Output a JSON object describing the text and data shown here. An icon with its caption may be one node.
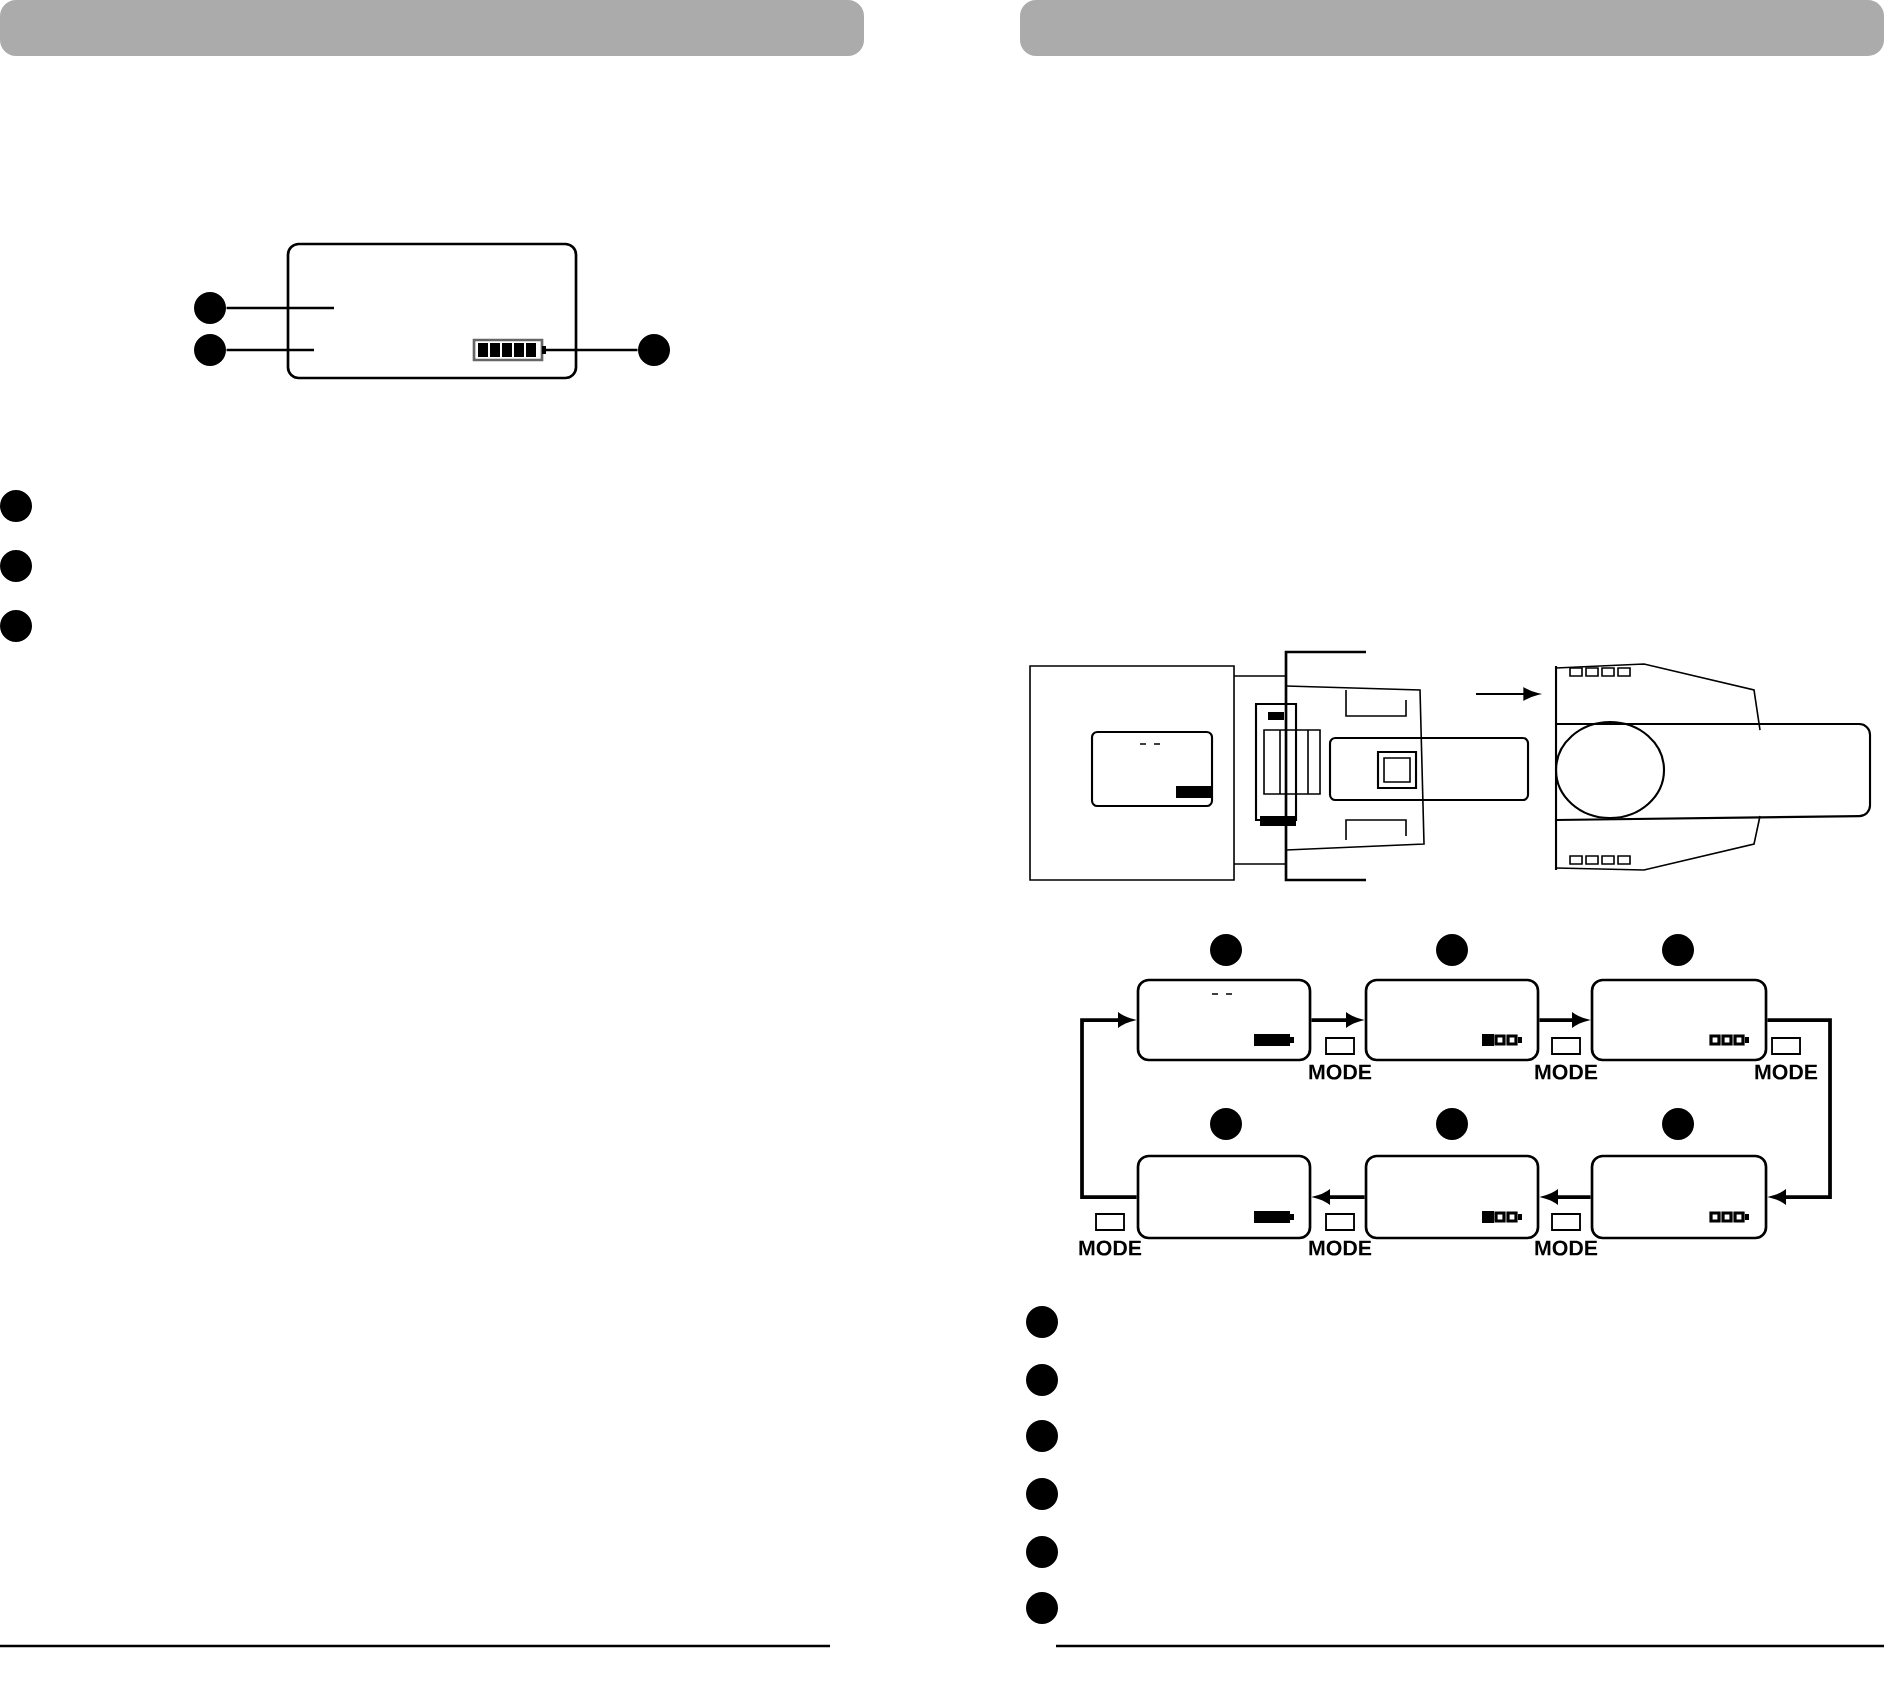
{
  "diagram": {
    "nodes": [
      {
        "text": [],
        "shape": "box"
      },
      {
        "text": [],
        "shape": "bar",
        "in": 0
      },
      {
        "text": [],
        "shape": "circle"
      },
      {
        "text": [],
        "shape": "circle"
      },
      {
        "text": [],
        "shape": "circle"
      },
      {
        "text": [],
        "shape": "circle"
      },
      {
        "text": [],
        "shape": "circle"
      },
      {
        "text": [],
        "shape": "circle"
      },
      {
        "text": [],
        "shape": "circle"
      },
      {
        "text": [],
        "shape": "circle"
      },
      {
        "text": [],
        "shape": "circle"
      },
      {
        "text": [],
        "shape": "box"
      },
      {
        "text": [],
        "shape": "box"
      },
      {
        "text": [],
        "shape": "box"
      },
      {
        "text": [
          "MODE"
        ]
      },
      {
        "text": [
          "MODE"
        ]
      },
      {
        "text": [
          "MODE"
        ]
      },
      {
        "text": [],
        "shape": "circle"
      },
      {
        "text": [],
        "shape": "circle"
      },
      {
        "text": [],
        "shape": "circle"
      },
      {
        "text": [],
        "shape": "box"
      },
      {
        "text": [],
        "shape": "box"
      },
      {
        "text": [],
        "shape": "box"
      },
      {
        "text": [
          "MODE"
        ]
      },
      {
        "text": [
          "MODE"
        ]
      },
      {
        "text": [
          "MODE"
        ]
      },
      {
        "text": [],
        "shape": "circle"
      },
      {
        "text": [],
        "shape": "circle"
      },
      {
        "text": [],
        "shape": "circle"
      },
      {
        "text": [],
        "shape": "circle"
      },
      {
        "text": [],
        "shape": "circle"
      },
      {
        "text": [],
        "shape": "circle"
      }
    ],
    "edges": [
      {
        "from": 2,
        "to": null,
        "arrow": "none"
      },
      {
        "from": 3,
        "to": null,
        "arrow": "none"
      },
      {
        "from": 4,
        "to": 1,
        "arrow": "none"
      },
      {
        "from": 11,
        "to": 12,
        "arrow": "to"
      },
      {
        "from": 12,
        "to": 13,
        "arrow": "to"
      },
      {
        "from": 13,
        "to": 22,
        "arrow": "to"
      },
      {
        "from": 22,
        "to": 21,
        "arrow": "to"
      },
      {
        "from": 21,
        "to": 20,
        "arrow": "to"
      },
      {
        "from": 20,
        "to": 11,
        "arrow": "to"
      }
    ]
  }
}
